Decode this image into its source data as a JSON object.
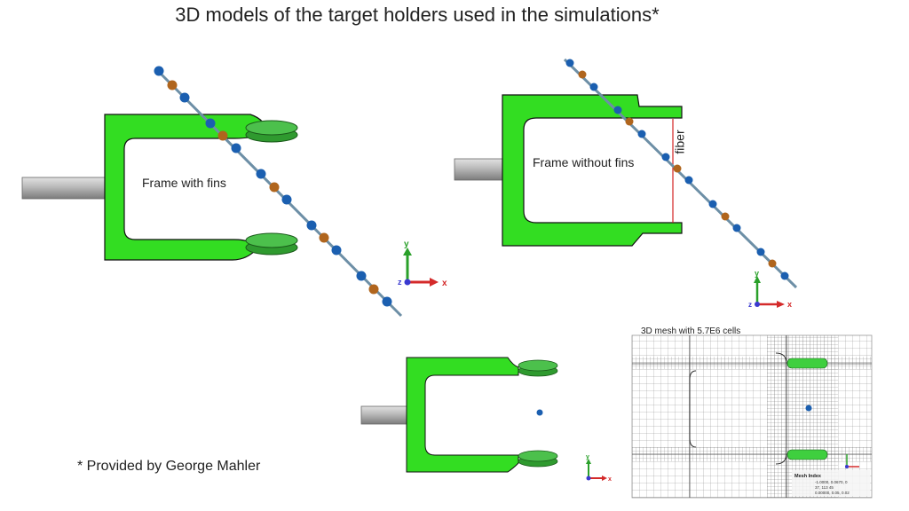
{
  "slide": {
    "title": "3D models of the target holders used in the simulations*",
    "footnote": "* Provided by George Mahler"
  },
  "figures": {
    "frame_with_fins": {
      "label": "Frame with fins"
    },
    "frame_without_fins": {
      "label": "Frame without fins",
      "fiber_label": "fiber"
    },
    "mesh": {
      "caption": "3D mesh with 5.7E6 cells",
      "info_title": "Mesh Index",
      "info_rows": [
        "-1.0000, 0.0670, 0",
        "37, 113 45",
        "0.00000, 0.05, 0.02"
      ]
    }
  },
  "axes": {
    "x": "x",
    "y": "y",
    "z": "z"
  },
  "colors": {
    "frame_green": "#33dd22",
    "fin_green": "#3ab03a",
    "rod_gray": "#a8a8a8",
    "bead_blue": "#1b5fb0",
    "bead_orange": "#b0651d",
    "fiber_red": "#d32020",
    "axis_red": "#d42a2a",
    "axis_green": "#2aa02a",
    "axis_blue": "#3a3ad0"
  }
}
